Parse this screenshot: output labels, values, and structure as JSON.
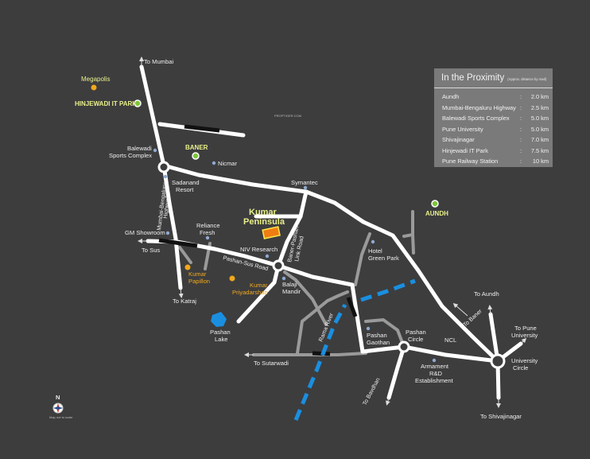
{
  "watermark": "PROPTIGER.COM",
  "compass": {
    "letter": "N",
    "caption": "Map not to scale"
  },
  "project": {
    "line1": "Kumar",
    "line2": "Peninsula"
  },
  "highlight_places": {
    "megapolis": "Megapolis",
    "hinjewadi": "HINJEWADI IT PARK",
    "baner": "BANER",
    "aundh": "AUNDH"
  },
  "places": {
    "balewadi1": "Balewadi",
    "balewadi2": "Sports Complex",
    "nicmar": "Nicmar",
    "sadanand1": "Sadanand",
    "sadanand2": "Resort",
    "symantec": "Symantec",
    "reliance1": "Reliance",
    "reliance2": "Fresh",
    "gm": "GM Showroom",
    "niv": "NIV Research",
    "hotel1": "Hotel",
    "hotel2": "Green Park",
    "papillon1": "Kumar",
    "papillon2": "Papillon",
    "priya1": "Kumar",
    "priya2": "Priyadarshan",
    "balaji1": "Balaji",
    "balaji2": "Mandir",
    "lake1": "Pashan",
    "lake2": "Lake",
    "gaothan1": "Pashan",
    "gaothan2": "Gaothan",
    "pcircle1": "Pashan",
    "pcircle2": "Circle",
    "ncl": "NCL",
    "ard1": "Armament",
    "ard2": "R&D",
    "ard3": "Establishment",
    "uc1": "University",
    "uc2": "Circle"
  },
  "directions": {
    "mumbai": "To Mumbai",
    "sus": "To Sus",
    "katraj": "To Katraj",
    "sutarwadi": "To Sutarwadi",
    "aundh": "To Aundh",
    "pune_univ1": "To Pune",
    "pune_univ2": "University",
    "shivajinagar": "To Shivajinagar",
    "baner": "To Baner",
    "bavdhan": "To Bavdhan"
  },
  "roads": {
    "highway1": "Mumbai-Bengaluru",
    "highway2": "Highway",
    "pashan_sus": "Pashan-Sus Road",
    "baner_pashan1": "Baner-Pashan",
    "baner_pashan2": "Link Road",
    "rama_river": "Rama River"
  },
  "proximity": {
    "title": "In the Proximity",
    "subtitle": "(Approx. distance by road)",
    "rows": [
      {
        "name": "Aundh",
        "dist": "2.0 km"
      },
      {
        "name": "Mumbai-Bengaluru Highway",
        "dist": "2.5 km"
      },
      {
        "name": "Balewadi Sports Complex",
        "dist": "5.0 km"
      },
      {
        "name": "Pune University",
        "dist": "5.0 km"
      },
      {
        "name": "Shivajinagar",
        "dist": "7.0 km"
      },
      {
        "name": "Hinjewadi IT Park",
        "dist": "7.5 km"
      },
      {
        "name": "Pune Railway Station",
        "dist": "10 km"
      }
    ]
  },
  "colors": {
    "background": "#3d3d3e",
    "main_road": "#ffffff",
    "minor_road": "#9a9a9a",
    "river": "#1a8fe0",
    "green_marker": "#7dc63b",
    "orange_marker": "#f0a81c",
    "project_fill": "#f07d12",
    "panel": "#7a7a7b"
  }
}
